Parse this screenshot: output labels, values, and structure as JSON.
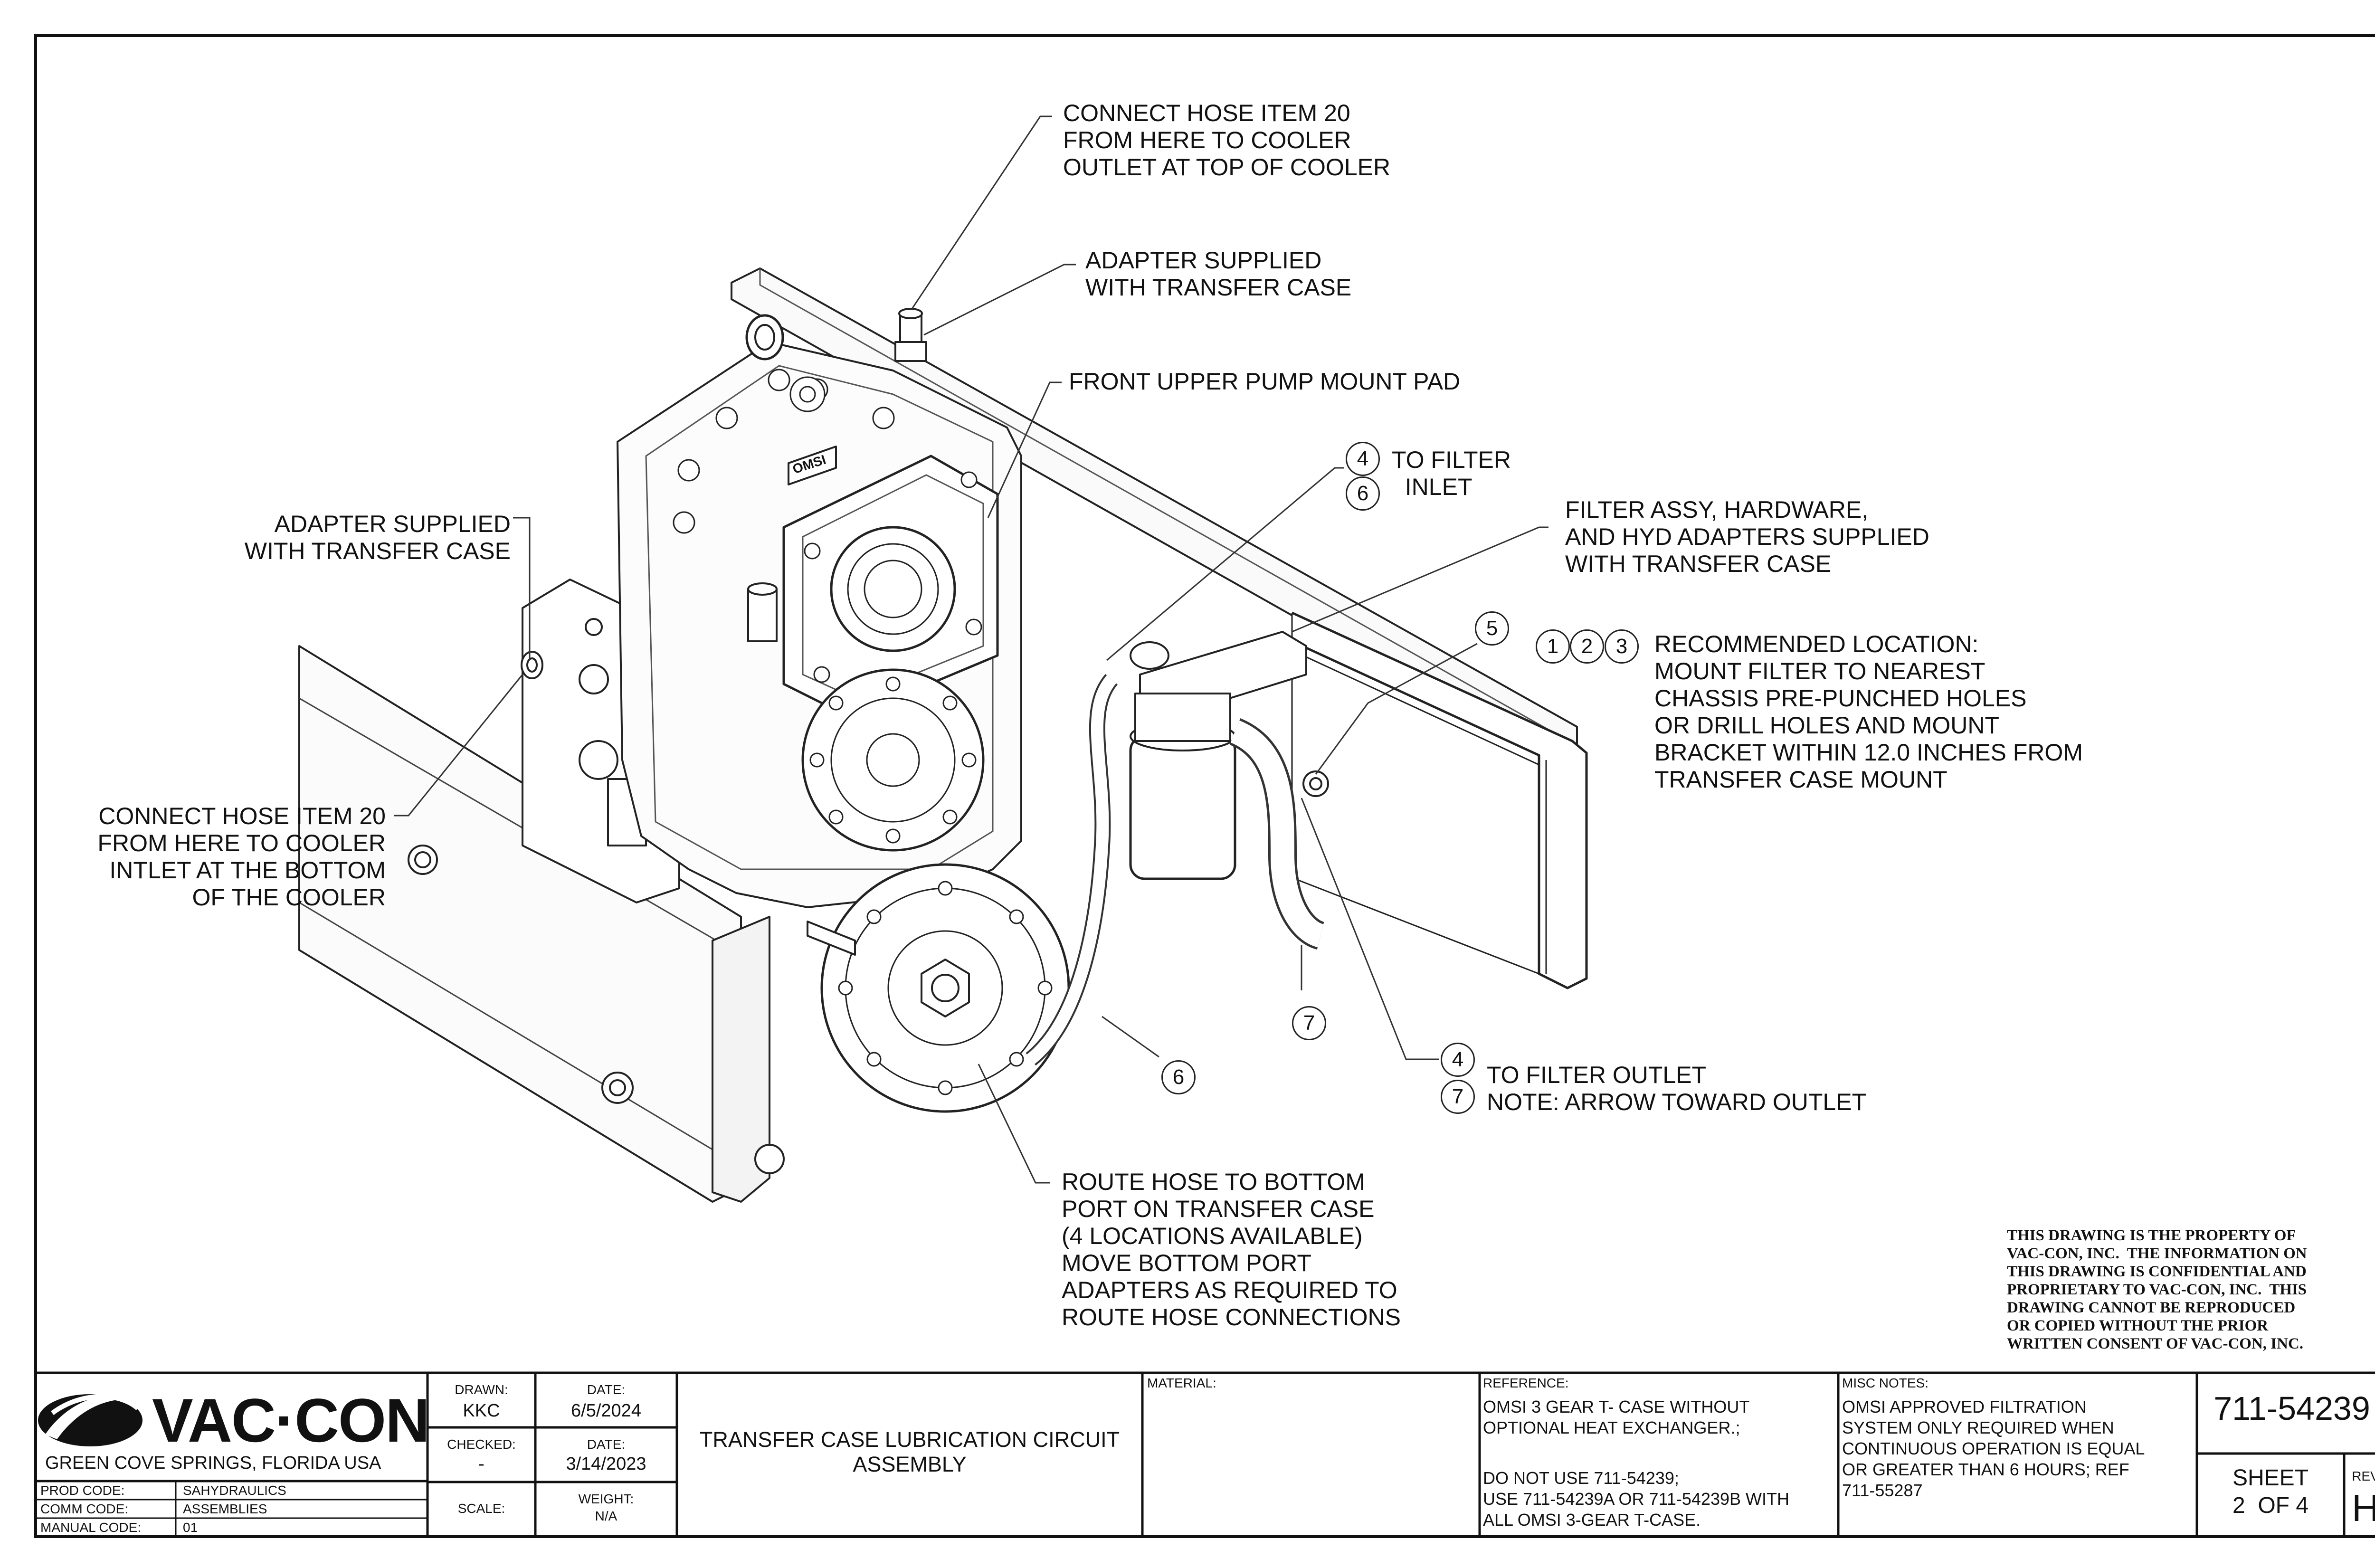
{
  "callouts": {
    "hose_to_cooler_outlet": "CONNECT HOSE ITEM 20\nFROM HERE TO COOLER\nOUTLET AT TOP OF COOLER",
    "adapter_top": "ADAPTER SUPPLIED\nWITH TRANSFER CASE",
    "front_upper_pump": "FRONT UPPER PUMP MOUNT PAD",
    "to_filter_inlet": "TO FILTER\n  INLET",
    "filter_assy": "FILTER ASSY, HARDWARE,\nAND HYD ADAPTERS SUPPLIED\nWITH TRANSFER CASE",
    "adapter_left": "ADAPTER SUPPLIED\nWITH TRANSFER CASE",
    "recommended_location": "RECOMMENDED LOCATION:\nMOUNT FILTER TO NEAREST\nCHASSIS PRE-PUNCHED HOLES\nOR DRILL HOLES AND MOUNT\nBRACKET WITHIN 12.0 INCHES FROM\nTRANSFER CASE MOUNT",
    "hose_to_cooler_inlet": "CONNECT HOSE ITEM 20\nFROM HERE TO COOLER\nINTLET AT THE BOTTOM\nOF THE COOLER",
    "to_filter_outlet": "TO FILTER OUTLET\nNOTE: ARROW TOWARD OUTLET",
    "route_hose": "ROUTE HOSE TO BOTTOM\nPORT ON TRANSFER CASE\n(4 LOCATIONS AVAILABLE)\nMOVE BOTTOM PORT\nADAPTERS AS REQUIRED TO\nROUTE HOSE CONNECTIONS"
  },
  "balloons": {
    "inlet_4": "4",
    "inlet_6": "6",
    "item_5": "5",
    "loc_1": "1",
    "loc_2": "2",
    "loc_3": "3",
    "item_7": "7",
    "item_6": "6",
    "outlet_4": "4",
    "outlet_7": "7"
  },
  "gearbox_badge": "OMSI",
  "proprietary_notice": "THIS DRAWING IS THE PROPERTY OF\nVAC-CON, INC.  THE INFORMATION ON\nTHIS DRAWING IS CONFIDENTIAL AND\nPROPRIETARY TO VAC-CON, INC.  THIS\nDRAWING CANNOT BE REPRODUCED\nOR COPIED WITHOUT THE PRIOR\nWRITTEN CONSENT OF VAC-CON, INC.",
  "title_block": {
    "logo_text": "VAC·CON",
    "location": "GREEN COVE SPRINGS, FLORIDA USA",
    "prod_code_label": "PROD CODE:",
    "prod_code": "SAHYDRAULICS",
    "comm_code_label": "COMM CODE:",
    "comm_code": "ASSEMBLIES",
    "manual_code_label": "MANUAL CODE:",
    "manual_code": "01",
    "drawn_label": "DRAWN:",
    "drawn": "KKC",
    "date_label": "DATE:",
    "drawn_date": "6/5/2024",
    "checked_label": "CHECKED:",
    "checked": "-",
    "checked_date": "3/14/2023",
    "scale_label": "SCALE:",
    "weight_label": "WEIGHT:",
    "weight": "N/A",
    "title": "TRANSFER CASE LUBRICATION CIRCUIT\nASSEMBLY",
    "material_label": "MATERIAL:",
    "reference_label": "REFERENCE:",
    "reference_1": "OMSI 3 GEAR T- CASE WITHOUT\nOPTIONAL HEAT EXCHANGER.;",
    "reference_2": "DO NOT USE 711-54239;\nUSE 711-54239A OR 711-54239B WITH\nALL OMSI 3-GEAR T-CASE.",
    "misc_label": "MISC NOTES:",
    "misc": "OMSI APPROVED FILTRATION\nSYSTEM ONLY REQUIRED WHEN\nCONTINUOUS OPERATION IS EQUAL\nOR GREATER THAN 6 HOURS; REF\n711-55287",
    "part_number": "711-54239",
    "sheet_label": "SHEET",
    "sheet": "2  OF 4",
    "rev_label": "REV",
    "rev": "H"
  }
}
